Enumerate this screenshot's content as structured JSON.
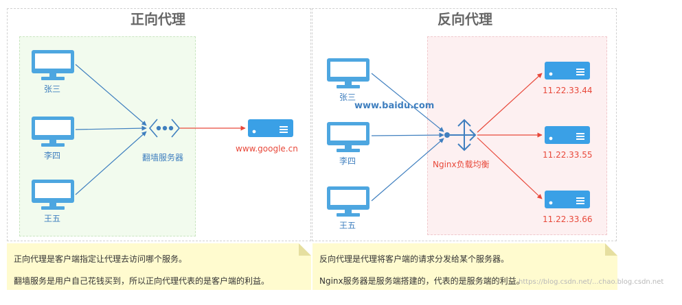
{
  "forward": {
    "title": "正向代理",
    "clients": [
      "张三",
      "李四",
      "王五"
    ],
    "proxy_label": "翻墙服务器",
    "target_label": "www.google.cn",
    "note_lines": [
      "正向代理是客户端指定让代理去访问哪个服务。",
      "翻墙服务是用户自己花钱买到，所以正向代理代表的是客户端的利益。"
    ]
  },
  "reverse": {
    "title": "反向代理",
    "clients": [
      "张三",
      "李四",
      "王五"
    ],
    "domain_label": "www.baidu.com",
    "proxy_label": "Nginx负载均衡",
    "servers": [
      "11.22.33.44",
      "11.22.33.55",
      "11.22.33.66"
    ],
    "note_lines": [
      "反向代理是代理将客户端的请求分发给某个服务器。",
      "Nginx服务器是服务端搭建的，代表的是服务端的利益。"
    ]
  },
  "watermark": "https://blog.csdn.net/...chao.blog.csdn.net",
  "colors": {
    "client_icon": "#4da6e0",
    "server_icon": "#3aa0e6",
    "blue_arrow": "#3f7fbf",
    "red_arrow": "#e8483a"
  }
}
